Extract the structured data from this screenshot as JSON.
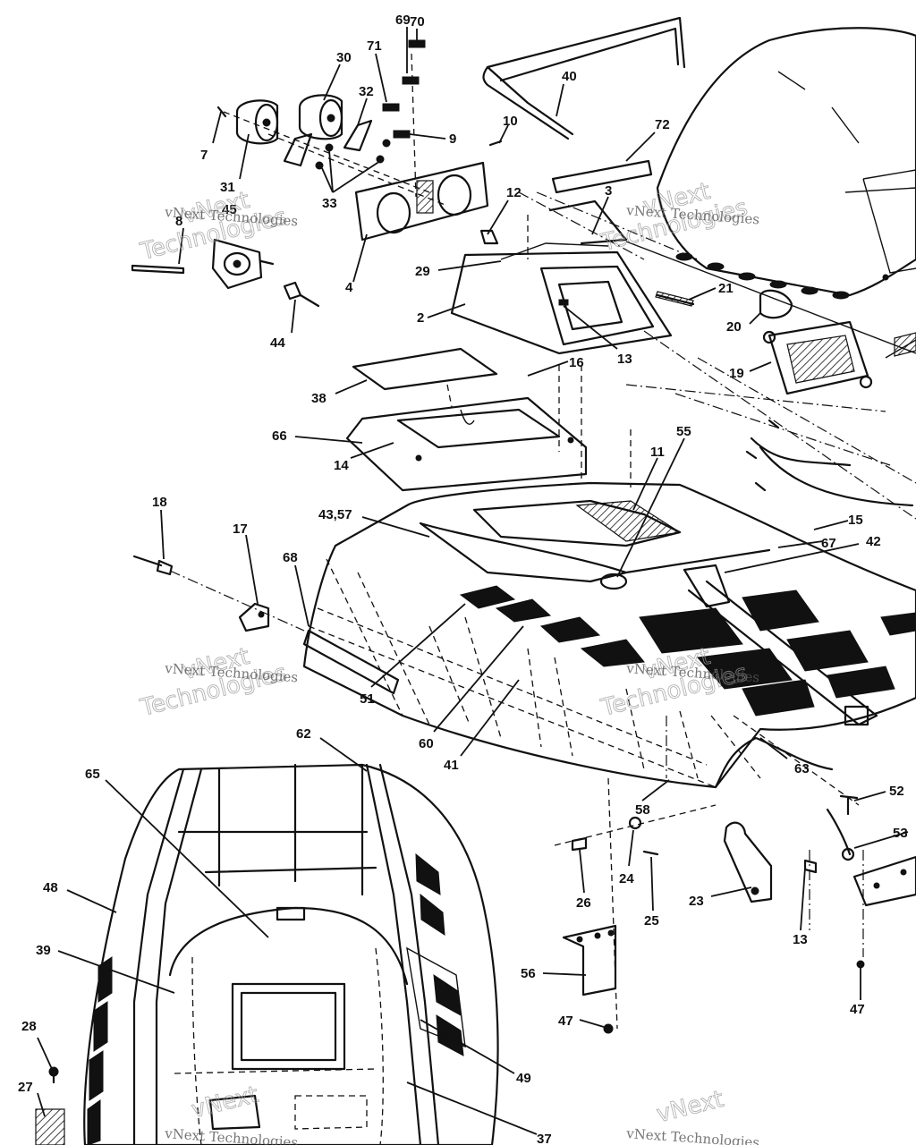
{
  "diagram": {
    "watermark_line1": "vNext",
    "watermark_line2": "Technologies",
    "watermark_caption": "vNext Technologies",
    "callouts": [
      "69",
      "70",
      "30",
      "71",
      "32",
      "40",
      "9",
      "10",
      "72",
      "7",
      "31",
      "33",
      "3",
      "8",
      "45",
      "12",
      "4",
      "29",
      "21",
      "44",
      "2",
      "20",
      "13",
      "16",
      "19",
      "38",
      "66",
      "14",
      "55",
      "11",
      "18",
      "43,57",
      "15",
      "17",
      "67",
      "42",
      "68",
      "51",
      "60",
      "41",
      "62",
      "65",
      "63",
      "52",
      "58",
      "53",
      "48",
      "24",
      "26",
      "23",
      "25",
      "13",
      "39",
      "56",
      "47",
      "47",
      "28",
      "49",
      "27",
      "37"
    ]
  }
}
